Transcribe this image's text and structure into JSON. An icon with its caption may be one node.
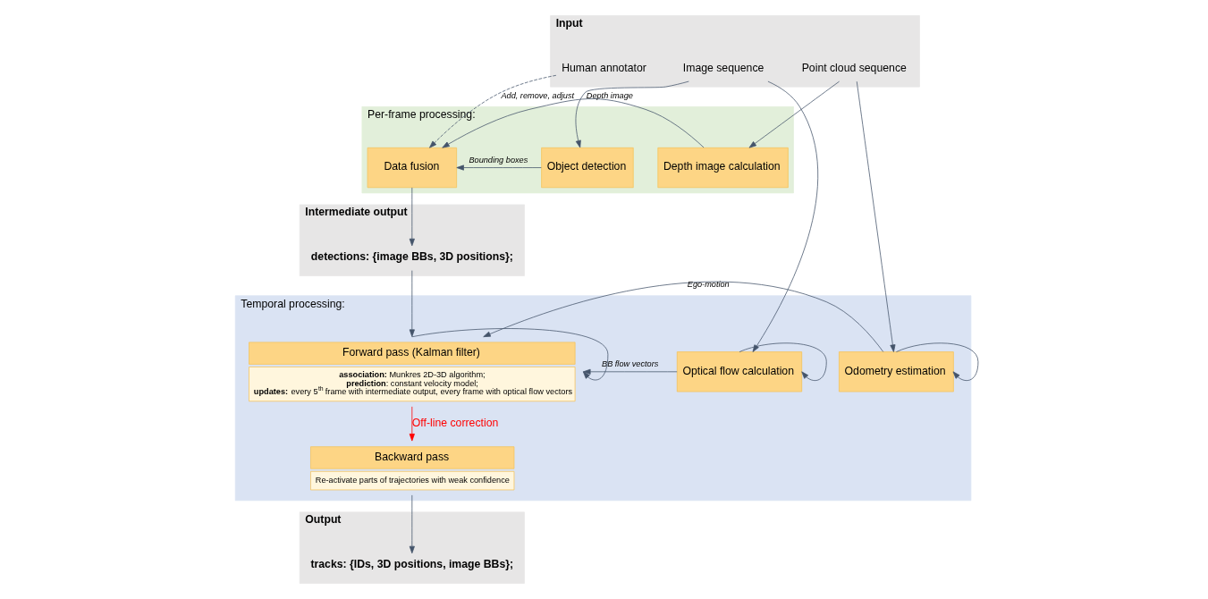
{
  "diagram": {
    "nodes": [
      {
        "text": [
          "Input"
        ]
      },
      {
        "text": [
          "Image sequence"
        ],
        "in": 0
      },
      {
        "text": [
          "Human annotator"
        ],
        "in": 0
      },
      {
        "text": [
          "Point cloud sequence"
        ],
        "in": 0
      },
      {
        "text": [
          "Per-frame processing:"
        ]
      },
      {
        "text": [
          "Object detection"
        ],
        "in": 4
      },
      {
        "text": [
          "Data fusion"
        ],
        "in": 4
      },
      {
        "text": [
          "Depth image calculation"
        ],
        "in": 4
      },
      {
        "text": [
          "Intermediate output"
        ]
      },
      {
        "text": [
          "detections: {image BBs, 3D positions};"
        ],
        "in": 8
      },
      {
        "text": [
          "Temporal processing:"
        ]
      },
      {
        "text": [
          "Optical flow calculation"
        ],
        "in": 10
      },
      {
        "text": [
          "Forward pass (Kalman filter)",
          "**association:** Munkres 2D-3D algorithm;",
          "**prediction**: constant velocity model;",
          "**updates:** every 5$^{th}$ frame with intermediate output, every frame with optical flow vectors"
        ],
        "in": 10
      },
      {
        "text": [
          "Backward pass",
          "Re-activate parts of trajectories with weak confidence"
        ],
        "in": 10
      },
      {
        "text": [
          "Odometry estimation"
        ],
        "in": 10
      },
      {
        "text": [
          "Output"
        ]
      },
      {
        "text": [
          "tracks: {IDs, 3D positions, image BBs};"
        ],
        "in": 15
      }
    ],
    "edges": [
      {
        "from": 1,
        "to": 5,
        "arrow": "to"
      },
      {
        "from": 2,
        "to": 6,
        "arrow": "to",
        "style": "dashed",
        "label": "Add, remove, adjust"
      },
      {
        "from": 3,
        "to": 7,
        "arrow": "to"
      },
      {
        "from": 5,
        "to": 6,
        "arrow": "to",
        "label": "Bounding boxes"
      },
      {
        "from": 7,
        "to": 6,
        "arrow": "to",
        "label": "Depth image"
      },
      {
        "from": 6,
        "to": 9,
        "arrow": "to"
      },
      {
        "from": 1,
        "to": 11,
        "arrow": "to"
      },
      {
        "from": 3,
        "to": 14,
        "arrow": "to"
      },
      {
        "from": 11,
        "to": 11,
        "arrow": "to"
      },
      {
        "from": 14,
        "to": 14,
        "arrow": "to"
      },
      {
        "from": 12,
        "to": 12,
        "arrow": "to"
      },
      {
        "from": 9,
        "to": 12,
        "arrow": "to"
      },
      {
        "from": 11,
        "to": 12,
        "arrow": "to",
        "label": "BB flow vectors"
      },
      {
        "from": 14,
        "to": 12,
        "arrow": "to",
        "label": "Ego-motion"
      },
      {
        "from": 12,
        "to": 13,
        "arrow": "to",
        "color": "#ff0000",
        "label": "Off-line correction"
      },
      {
        "from": 13,
        "to": 16,
        "arrow": "to"
      }
    ]
  }
}
